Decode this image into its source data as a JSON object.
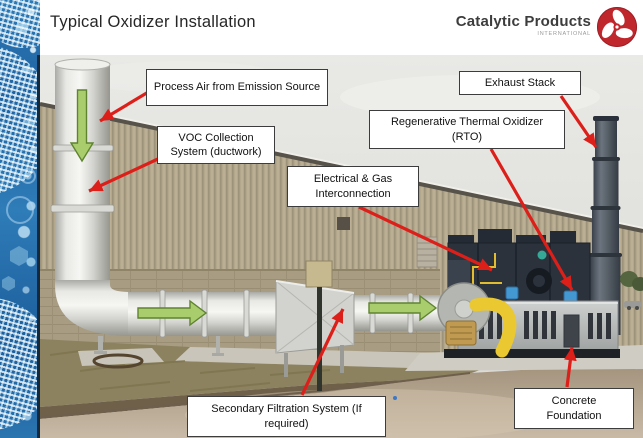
{
  "header": {
    "title": "Typical Oxidizer Installation"
  },
  "brand": {
    "name": "Catalytic Products",
    "subtitle": "INTERNATIONAL"
  },
  "callouts": {
    "process_air": "Process Air from Emission Source",
    "voc": "VOC Collection System (ductwork)",
    "exhaust_stack": "Exhaust Stack",
    "rto": "Regenerative Thermal Oxidizer (RTO)",
    "electrical": "Electrical & Gas Interconnection",
    "secondary_filtration": "Secondary Filtration System (If required)",
    "concrete_foundation": "Concrete Foundation"
  },
  "colors": {
    "callout_arrow_red": "#dd1f1a",
    "flow_arrow_green": "#a9cd6d",
    "brand_red": "#c0272d",
    "sidebar_blue": "#2a74b0"
  }
}
